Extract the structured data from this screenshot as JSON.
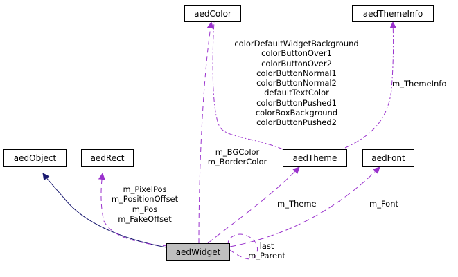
{
  "diagram": {
    "type": "collaboration-graph",
    "nodes": {
      "aedColor": "aedColor",
      "aedThemeInfo": "aedThemeInfo",
      "aedObject": "aedObject",
      "aedRect": "aedRect",
      "aedTheme": "aedTheme",
      "aedFont": "aedFont",
      "aedWidget": "aedWidget"
    },
    "focus_node": "aedWidget",
    "edge_labels": {
      "theme_to_color": [
        "colorDefaultWidgetBackground",
        "colorButtonOver1",
        "colorButtonOver2",
        "colorButtonNormal1",
        "colorButtonNormal2",
        "defaultTextColor",
        "colorButtonPushed1",
        "colorBoxBackground",
        "colorButtonPushed2"
      ],
      "theme_to_themeinfo": "m_ThemeInfo",
      "widget_to_color": [
        "m_BGColor",
        "m_BorderColor"
      ],
      "widget_to_rect": [
        "m_PixelPos",
        "m_PositionOffset",
        "m_Pos",
        "m_FakeOffset"
      ],
      "widget_to_theme": "m_Theme",
      "widget_to_font": "m_Font",
      "widget_self": [
        "last",
        "m_Parent"
      ]
    },
    "colors": {
      "inheritance_edge": "#191970",
      "usage_edge": "#9a32cd",
      "focus_fill": "#bfbfbf"
    }
  }
}
